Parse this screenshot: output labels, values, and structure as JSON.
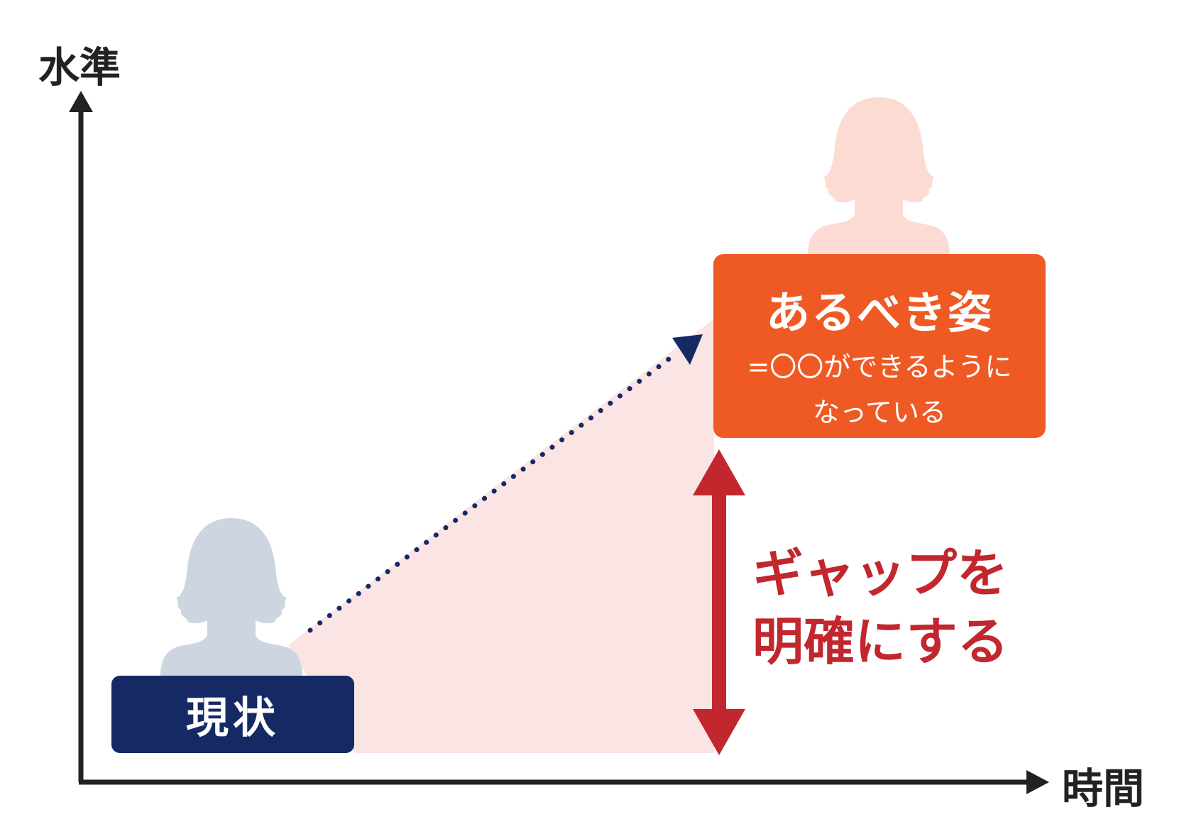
{
  "axes": {
    "y_label": "水準",
    "x_label": "時間"
  },
  "current_state": {
    "label": "現状"
  },
  "ideal_state": {
    "title": "あるべき姿",
    "line1": "=〇〇ができるように",
    "line2": "なっている"
  },
  "gap": {
    "line1": "ギャップを",
    "line2": "明確にする"
  },
  "colors": {
    "navy": "#152a64",
    "orange": "#ef5a24",
    "red": "#c1272d",
    "pink_area": "#fbe4e4",
    "gray_person": "#cdd5e0",
    "pink_person": "#fcdcd2",
    "axis": "#222222"
  }
}
